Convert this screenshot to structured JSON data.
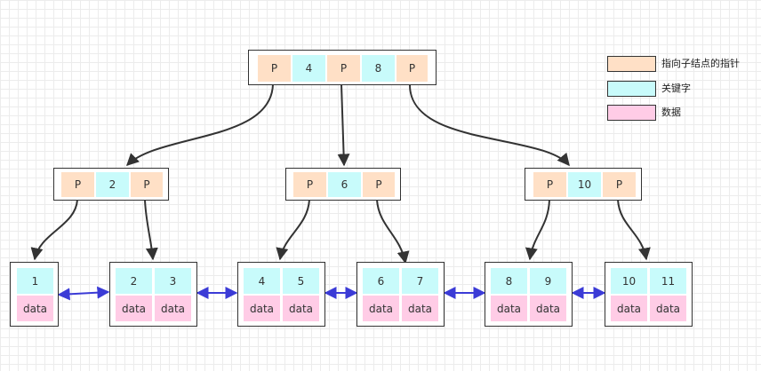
{
  "colors": {
    "pointer": "#ffe0c6",
    "key": "#c8fbfb",
    "data": "#ffcce6",
    "tree_arrow": "#333333",
    "leaf_link": "#3b3bd6"
  },
  "root": {
    "cells": [
      "P",
      "4",
      "P",
      "8",
      "P"
    ]
  },
  "internal": [
    {
      "cells": [
        "P",
        "2",
        "P"
      ]
    },
    {
      "cells": [
        "P",
        "6",
        "P"
      ]
    },
    {
      "cells": [
        "P",
        "10",
        "P"
      ]
    }
  ],
  "leaves": [
    {
      "keys": [
        "1"
      ],
      "data": [
        "data"
      ]
    },
    {
      "keys": [
        "2",
        "3"
      ],
      "data": [
        "data",
        "data"
      ]
    },
    {
      "keys": [
        "4",
        "5"
      ],
      "data": [
        "data",
        "data"
      ]
    },
    {
      "keys": [
        "6",
        "7"
      ],
      "data": [
        "data",
        "data"
      ]
    },
    {
      "keys": [
        "8",
        "9"
      ],
      "data": [
        "data",
        "data"
      ]
    },
    {
      "keys": [
        "10",
        "11"
      ],
      "data": [
        "data",
        "data"
      ]
    }
  ],
  "legend": {
    "pointer_label": "指向子结点的指针",
    "key_label": "关键字",
    "data_label": "数据"
  }
}
